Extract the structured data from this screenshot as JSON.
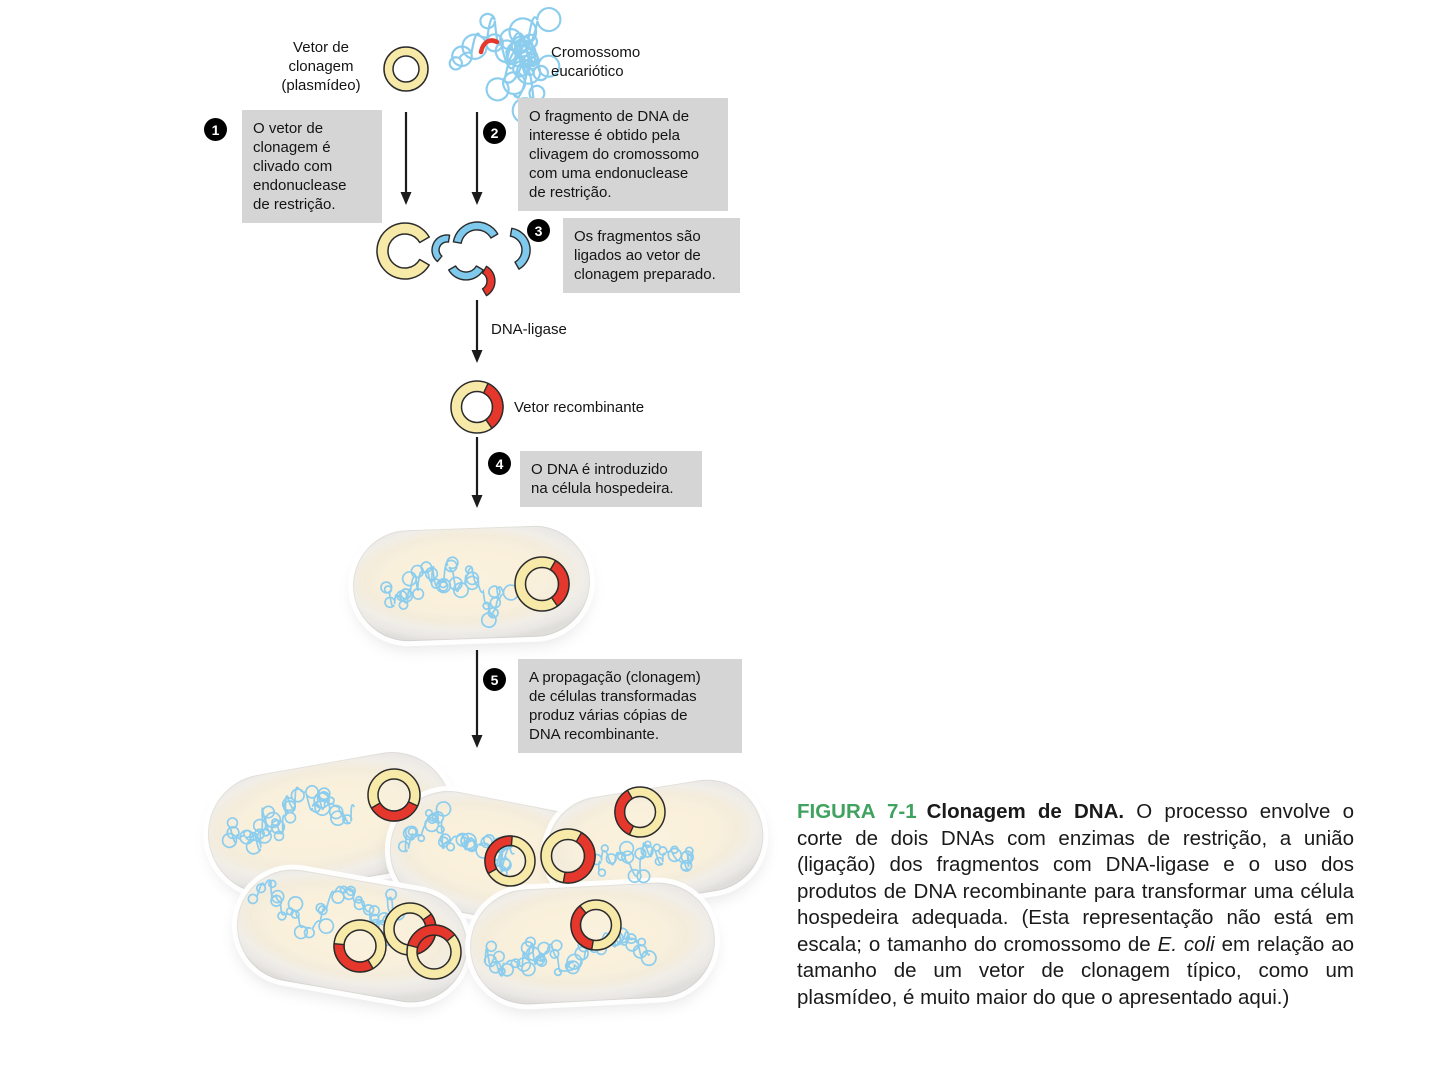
{
  "figure": {
    "labels": {
      "vector": "Vetor de\nclonagem\n(plasmídeo)",
      "chromosome": "Cromossomo\neucariótico",
      "dna_ligase": "DNA-ligase",
      "recombinant_vector": "Vetor recombinante"
    },
    "steps": [
      {
        "number": "1",
        "text": "O vetor de\nclonagem é\nclivado com\nendonuclease\nde restrição."
      },
      {
        "number": "2",
        "text": "O fragmento de DNA de\ninteresse é obtido pela\nclivagem do cromossomo\ncom uma endonuclease\nde restrição."
      },
      {
        "number": "3",
        "text": "Os fragmentos são\nligados ao vetor de\nclonagem preparado."
      },
      {
        "number": "4",
        "text": "O DNA é introduzido\nna célula hospedeira."
      },
      {
        "number": "5",
        "text": "A propagação (clonagem)\nde células transformadas\nproduz várias cópias de\nDNA recombinante."
      }
    ],
    "caption": {
      "tag": "FIGURA 7-1",
      "title": "Clonagem de DNA.",
      "body_1": "O processo envolve o corte de dois DNAs com enzimas de restrição, a união (ligação) dos fragmentos com DNA-ligase e o uso dos produtos de DNA recombinante para transformar uma célula hospedeira adequada. (Esta representação não está em escala; o tamanho do cromossomo de ",
      "species_italic": "E. coli",
      "body_2": " em relação ao tamanho de um vetor de clonagem típico, como um plasmídeo, é muito maior do que o apresentado aqui.)"
    },
    "glyphs": {
      "plasmid-ring-icon": "pale yellow open ring",
      "insert-fragment-icon": "red DNA arc segment",
      "dna-fragment-icon": "light blue DNA arc segment",
      "eukaryotic-chromosome-icon": "light blue scribbled strand with red segment",
      "host-cell-icon": "cream capsule-shaped bacterium",
      "flow-arrow-icon": "black downward arrow"
    },
    "colors": {
      "accent_green": "#3FA25F",
      "step_box_gray": "#D5D5D5",
      "plasmid_yellow": "#F7E9A8",
      "insert_red": "#E5372B",
      "chromosome_blue": "#8CCDEE",
      "fragment_blue": "#7EC9EC",
      "cell_cream": "#FAF1DE",
      "arrow_black": "#1b1b1b"
    }
  }
}
